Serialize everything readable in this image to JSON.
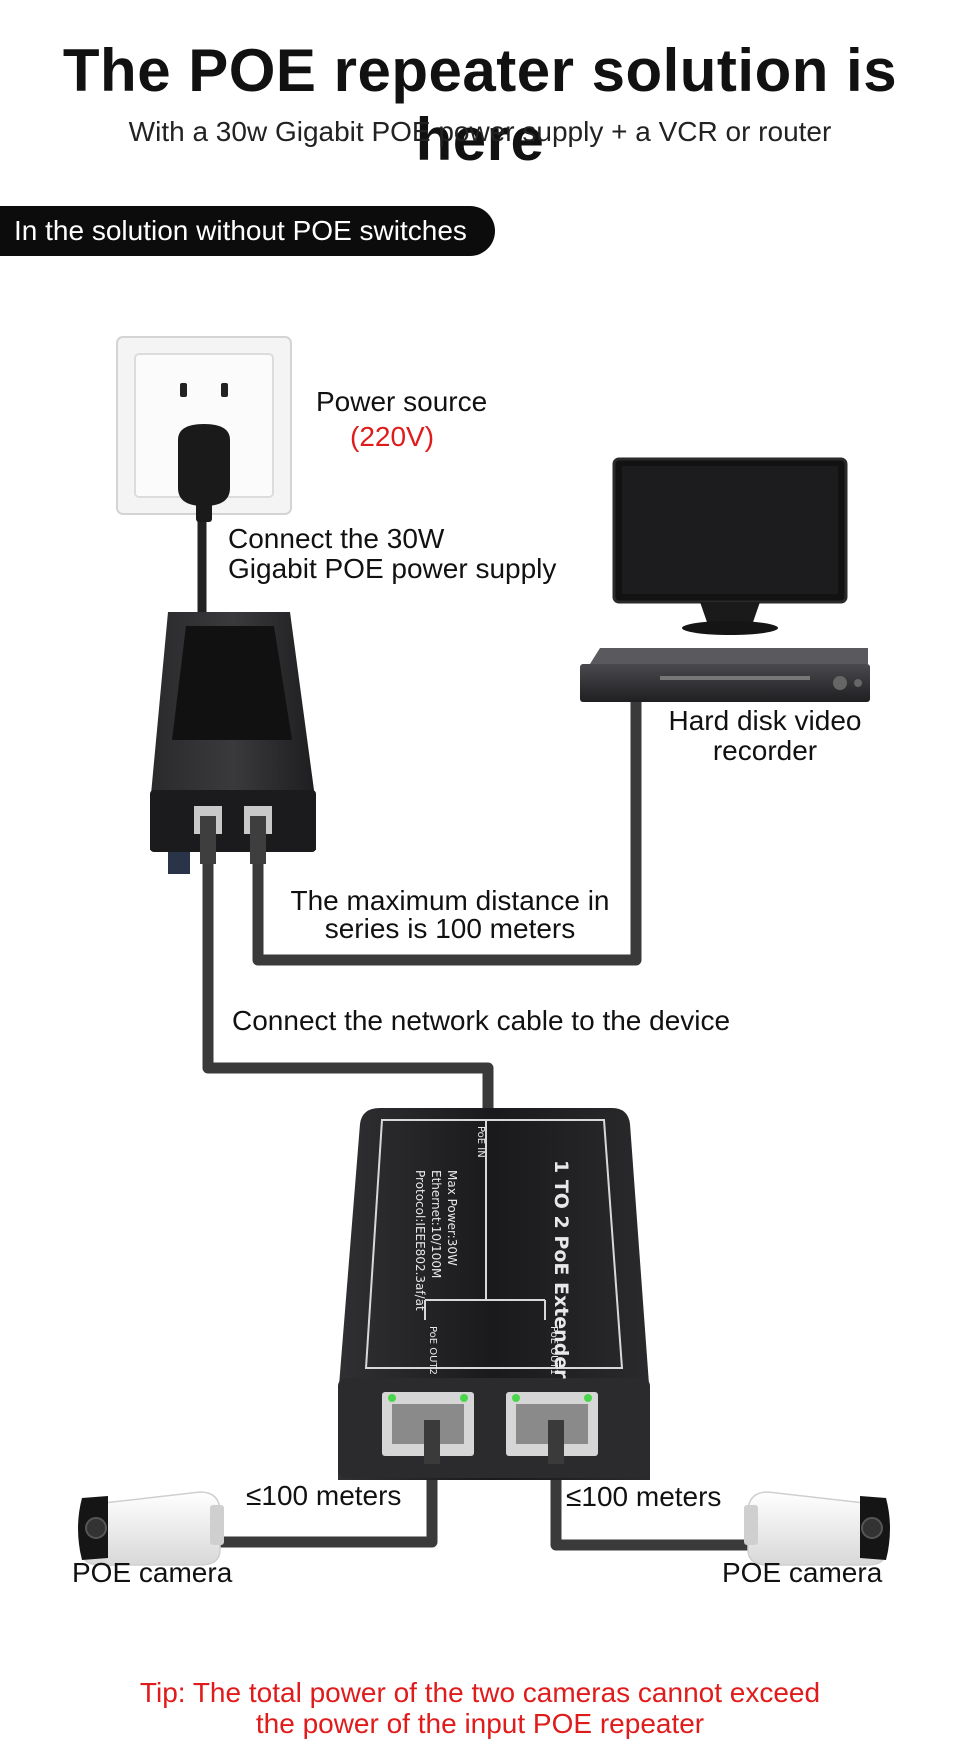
{
  "header": {
    "title": "The POE repeater solution is here",
    "subtitle": "With a 30w Gigabit POE power supply + a VCR or router"
  },
  "banner": {
    "text": "In the solution without POE switches"
  },
  "labels": {
    "power_source": "Power source",
    "voltage": "(220V)",
    "connect_supply_line1": "Connect the 30W",
    "connect_supply_line2": "Gigabit POE power supply",
    "nvr_line1": "Hard disk video",
    "nvr_line2": "recorder",
    "max_distance_line1": "The maximum distance in",
    "max_distance_line2": "series is 100 meters",
    "connect_cable": "Connect the network cable to the device",
    "distance_left": "≤100 meters",
    "distance_right": "≤100 meters",
    "camera_left": "POE camera",
    "camera_right": "POE camera",
    "tip_line1": "Tip: The total power of the two cameras cannot exceed",
    "tip_line2": "the power of the input POE repeater"
  },
  "extender": {
    "model": "1 TO 2 PoE Extender",
    "spec_power": "Max Power:30W",
    "spec_ethernet": "Ethernet:10/100M",
    "spec_protocol": "Protocol:IEEE802.3af/at",
    "port_in": "PoE IN",
    "port_out1": "PoE OUT1",
    "port_out2": "PoE OUT2"
  },
  "colors": {
    "accent_red": "#e01b1b",
    "cable": "#3a3a3a",
    "device_body": "#1c1c1e"
  }
}
